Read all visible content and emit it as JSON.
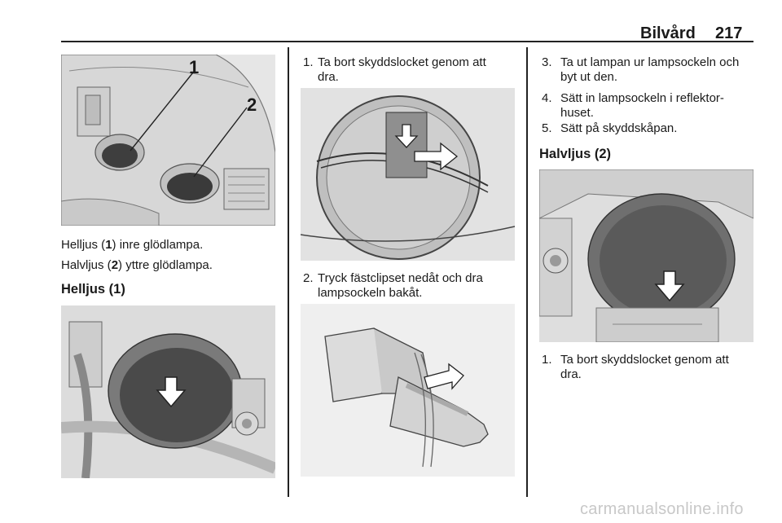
{
  "header": {
    "section": "Bilvård",
    "page_number": "217"
  },
  "figures": {
    "callout_1": "1",
    "callout_2": "2"
  },
  "left_col": {
    "cap1": {
      "pre": "Helljus (",
      "num": "1",
      "post": ") inre glödlampa."
    },
    "cap2": {
      "pre": "Halvljus (",
      "num": "2",
      "post": ") yttre glödlampa."
    },
    "heading": "Helljus (1)"
  },
  "mid_col": {
    "steps": [
      {
        "num": "1.",
        "lines": [
          "Ta bort skyddslocket genom att",
          "dra."
        ]
      },
      {
        "num": "2.",
        "lines": [
          "Tryck fästclipset nedåt och dra",
          "lampsockeln bakåt."
        ]
      }
    ]
  },
  "right_col": {
    "steps": [
      {
        "num": "3.",
        "lines": [
          "Ta ut lampan ur lampsockeln och",
          "byt ut den."
        ]
      },
      {
        "num": "4.",
        "lines": [
          "Sätt in lampsockeln i reflektor-",
          "huset."
        ]
      },
      {
        "num": "5.",
        "lines": [
          "Sätt på skyddskåpan."
        ]
      }
    ],
    "heading": "Halvljus (2)",
    "step_after": {
      "num": "1.",
      "lines": [
        "Ta bort skyddslocket genom att",
        "dra."
      ]
    }
  },
  "watermark": "carmanualsonline.info",
  "colors": {
    "ink": "#1a1a1a",
    "figure_bg": "#e9e9e9",
    "watermark": "#c8c8c8"
  }
}
